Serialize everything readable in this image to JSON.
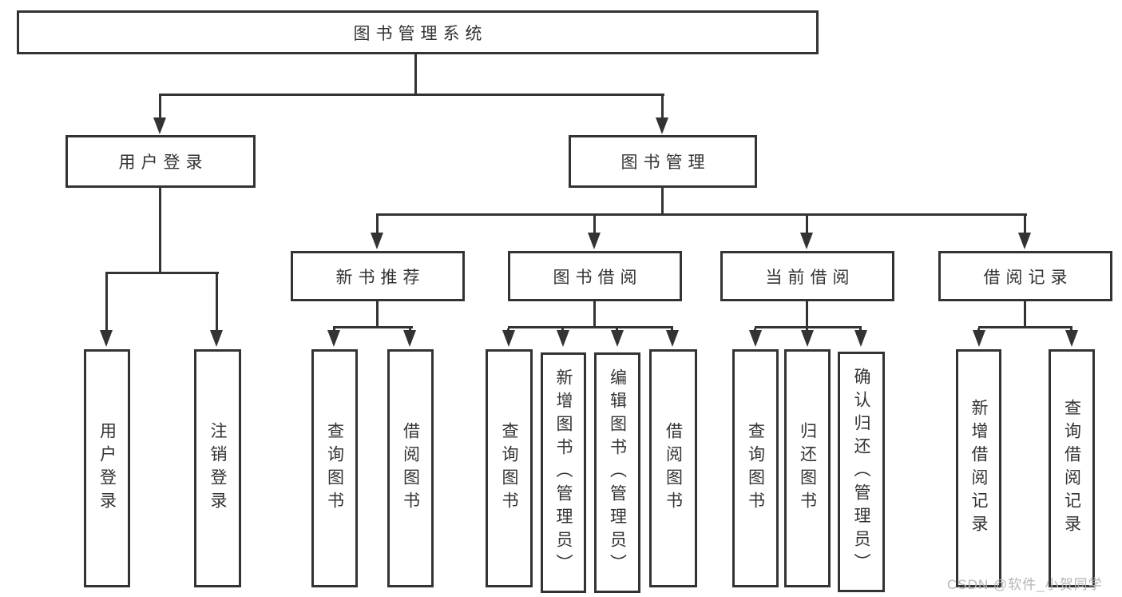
{
  "colors": {
    "line": "#333333",
    "text": "#333333",
    "box_fill": "#ffffff",
    "watermark": "#b5b5b5",
    "background": "#ffffff"
  },
  "tree": {
    "root": {
      "label": "图书管理系统",
      "children": [
        {
          "label": "用户登录",
          "children": [
            {
              "label": "用户登录"
            },
            {
              "label": "注销登录"
            }
          ]
        },
        {
          "label": "图书管理",
          "children": [
            {
              "label": "新书推荐",
              "children": [
                {
                  "label": "查询图书"
                },
                {
                  "label": "借阅图书"
                }
              ]
            },
            {
              "label": "图书借阅",
              "children": [
                {
                  "label": "查询图书"
                },
                {
                  "label": "新增图书（管理员）"
                },
                {
                  "label": "编辑图书（管理员）"
                },
                {
                  "label": "借阅图书"
                }
              ]
            },
            {
              "label": "当前借阅",
              "children": [
                {
                  "label": "查询图书"
                },
                {
                  "label": "归还图书"
                },
                {
                  "label": "确认归还（管理员）"
                }
              ]
            },
            {
              "label": "借阅记录",
              "children": [
                {
                  "label": "新增借阅记录"
                },
                {
                  "label": "查询借阅记录"
                }
              ]
            }
          ]
        }
      ]
    }
  },
  "watermark": {
    "text": "CSDN @软件_小贺同学"
  }
}
